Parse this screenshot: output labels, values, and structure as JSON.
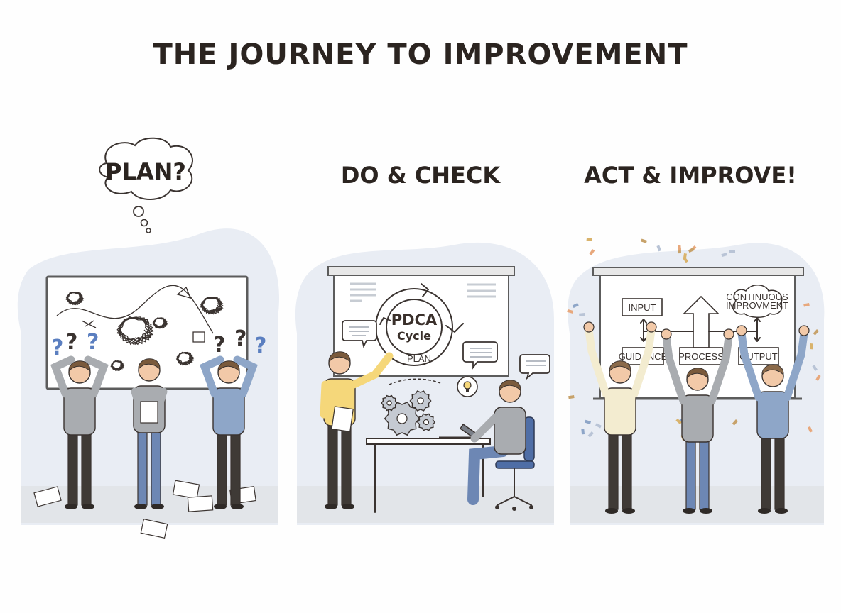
{
  "title": "THE JOURNEY TO IMPROVEMENT",
  "panels": [
    {
      "heading": "PLAN?",
      "icons": [
        "thought-cloud",
        "tangled-scribbles",
        "question-marks",
        "scattered-papers"
      ]
    },
    {
      "heading": "DO & CHECK",
      "cycle_title": "PDCA",
      "cycle_subtitle": "Cycle",
      "cycle_step": "PLAN",
      "icons": [
        "gears",
        "lightbulb",
        "speech-bubble",
        "laptop",
        "office-chair"
      ]
    },
    {
      "heading": "ACT & IMPROVE!",
      "diagram": {
        "input": "INPUT",
        "process": "PROCESS",
        "output": "OUTPUT",
        "guidance": "GUIDANCE",
        "cloud_line1": "CONTINUOUS",
        "cloud_line2": "IMPROVMENT"
      },
      "icons": [
        "up-arrow",
        "confetti"
      ]
    }
  ],
  "colors": {
    "ink": "#3a3330",
    "backdrop": "#e9edf4",
    "floor": "#e3e6ea",
    "yellow_shirt": "#f5d77a",
    "blue_shirt": "#8ea6c8",
    "gray_shirt": "#a9acb0"
  }
}
